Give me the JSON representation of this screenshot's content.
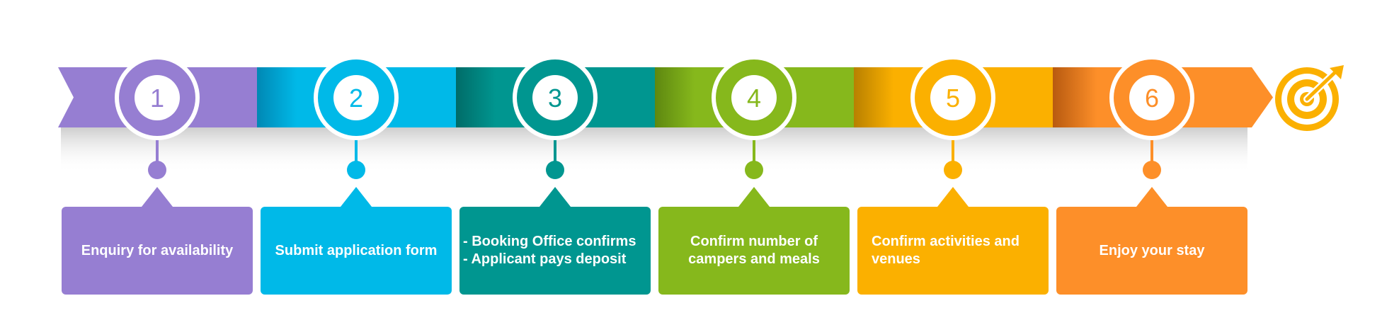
{
  "steps": [
    {
      "number": "1",
      "label": "Enquiry for availability",
      "color": "#967ed2",
      "dark": "#7d66b8"
    },
    {
      "number": "2",
      "label": "Submit application form",
      "color": "#00b9e8",
      "dark": "#0088b4"
    },
    {
      "number": "3",
      "label": "- Booking Office confirms\n- Applicant pays deposit",
      "color": "#009690",
      "dark": "#006c68"
    },
    {
      "number": "4",
      "label": "Confirm number of\ncampers and meals",
      "color": "#86b81c",
      "dark": "#5e8810"
    },
    {
      "number": "5",
      "label": "Confirm activities and\nvenues",
      "color": "#fbb000",
      "dark": "#b88000"
    },
    {
      "number": "6",
      "label": "Enjoy your stay",
      "color": "#fd8f29",
      "dark": "#b85a10"
    }
  ],
  "goal_icon": "target-icon",
  "goal_color": "#fbb000"
}
